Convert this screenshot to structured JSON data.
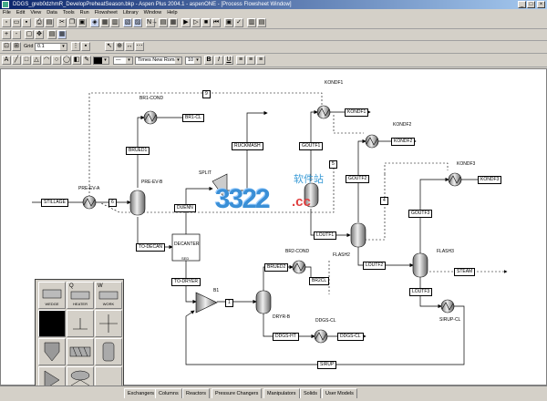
{
  "window": {
    "title": "DDGS_greb0dzhmR_DevelopPreheatSeason.bkp - Aspen Plus 2004.1 - aspenONE - [Process Flowsheet Window]",
    "minimize": "_",
    "maximize": "□",
    "close": "×"
  },
  "menu": [
    "File",
    "Edit",
    "View",
    "Data",
    "Tools",
    "Run",
    "Flowsheet",
    "Library",
    "Window",
    "Help"
  ],
  "toolbar_sets": {
    "grid_label": "Grid",
    "grid_value": "0.1",
    "next_label": "N→",
    "font_name": "Times New Roman",
    "font_size": "10",
    "bold": "B",
    "italic": "I",
    "underline": "U"
  },
  "flowsheet": {
    "blocks": {
      "brcond": "BR1-COND",
      "preevb": "PRE-EV-B",
      "preeva": "PRE-EV-A",
      "split": "SPLIT",
      "decanter": "DECANTER",
      "b1": "B1",
      "dryrb": "DRYR-B",
      "br2cond": "BR2-COND",
      "ddgscl": "DDGS-CL",
      "kondf1": "KONDF1",
      "kondf2": "KONDF2",
      "kondf3": "KONDF3",
      "flash2": "FLASH2",
      "flash3": "FLASH3",
      "sirupcl": "SIRUP-CL"
    },
    "streams": {
      "s9": "9",
      "brcl": "BR1-CL",
      "brued1": "BRUED1",
      "stillage": "STILLAGE",
      "s6": "6",
      "todecan": "TO-DECAN",
      "duenn": "DUENN",
      "ruckmash": "RUCKMASH",
      "tdryer": "TO-DRYER",
      "sed": "SED",
      "s1": "1",
      "brued2": "BRUED2",
      "br2cl": "BR2CL",
      "ddgsht": "DDGS-HT",
      "ddgscl": "DDGS-CL",
      "sirup": "SIRUP",
      "goutf1": "GOUTF1",
      "kondf1": "KONDF1",
      "s5": "5",
      "loutf1": "LOUTF1",
      "goutf2": "GOUTF2",
      "kondf2": "KONDF2",
      "s4": "4",
      "loutf2": "LOUTF2",
      "goutf3": "GOUTF3",
      "kondf3": "KONDF3",
      "steam": "STEAM",
      "loutf3": "LOUTF3"
    }
  },
  "palette": {
    "cells": [
      {
        "label": "",
        "name": "WEDGE"
      },
      {
        "label": "Q",
        "name": "HEATER"
      },
      {
        "label": "W",
        "name": "WORK"
      },
      {
        "label": "",
        "name": ""
      },
      {
        "label": "",
        "name": ""
      },
      {
        "label": "",
        "name": ""
      },
      {
        "label": "",
        "name": ""
      },
      {
        "label": "",
        "name": ""
      },
      {
        "label": "",
        "name": ""
      },
      {
        "label": "",
        "name": ""
      },
      {
        "label": "",
        "name": ""
      },
      {
        "label": "",
        "name": ""
      }
    ]
  },
  "model_tabs": [
    "Exchangers",
    "Columns",
    "Reactors",
    "Pressure Changers",
    "Manipulators",
    "Solids",
    "User Models"
  ],
  "watermark": {
    "num": "3322",
    "cn": "软件站",
    "cc": ".cc"
  }
}
